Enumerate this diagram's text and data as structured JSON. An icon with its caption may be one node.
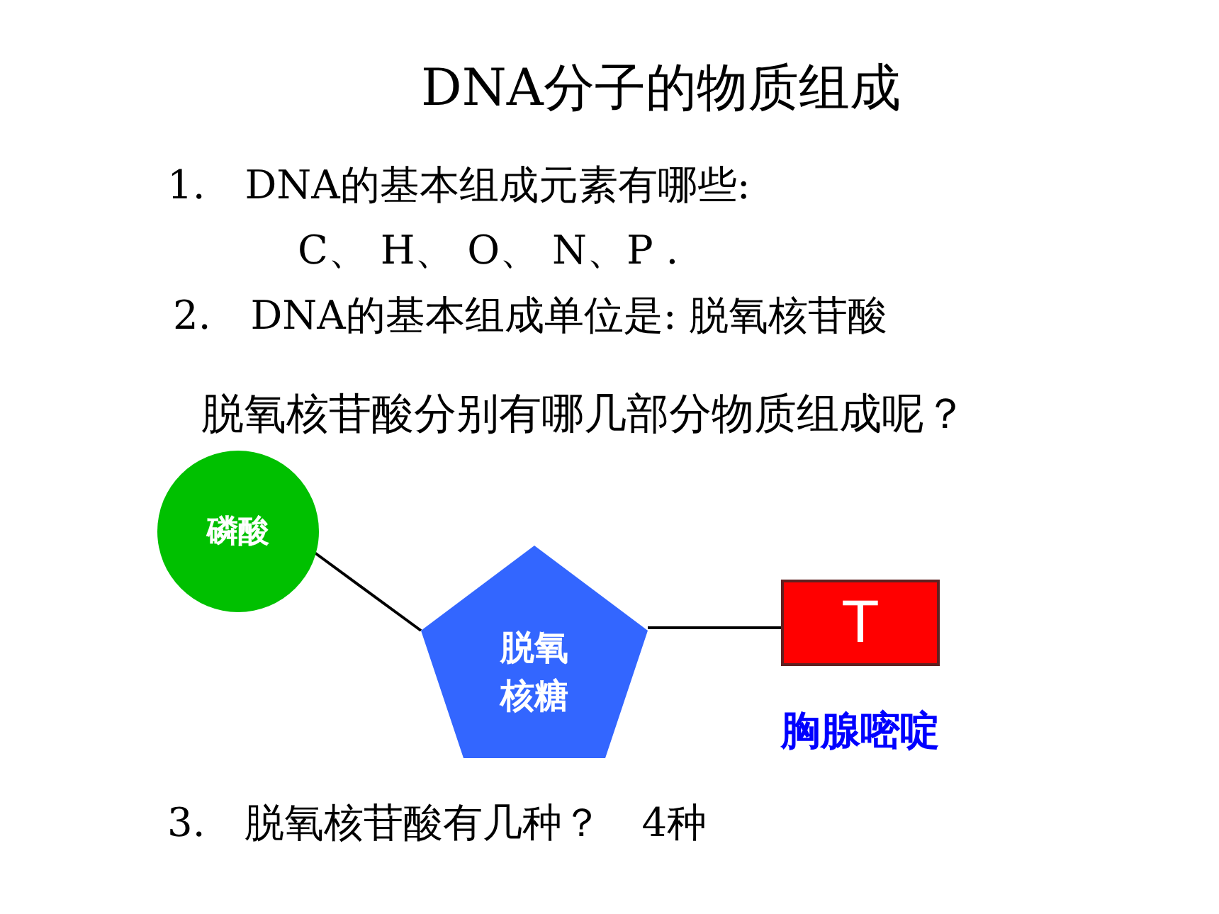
{
  "diagram": {
    "title": "DNA分子的物质组成",
    "nodes": [
      {
        "text": [
          "磷酸"
        ]
      },
      {
        "text": [
          "脱氧核糖"
        ]
      },
      {
        "text": [
          "T"
        ],
        "beside": [
          "胸腺嘧啶"
        ]
      }
    ],
    "edges": [
      {
        "from": 0,
        "to": 1,
        "arrow": "none"
      },
      {
        "from": 1,
        "to": 2,
        "arrow": "none"
      }
    ],
    "labels": [
      "1.　DNA的基本组成元素有哪些:",
      "C、 H、 O、 N、P .",
      "2.　DNA的基本组成单位是: 脱氧核苷酸",
      "脱氧核苷酸分别有哪几部分物质组成呢？",
      "3.　脱氧核苷酸有几种？　4种"
    ]
  }
}
